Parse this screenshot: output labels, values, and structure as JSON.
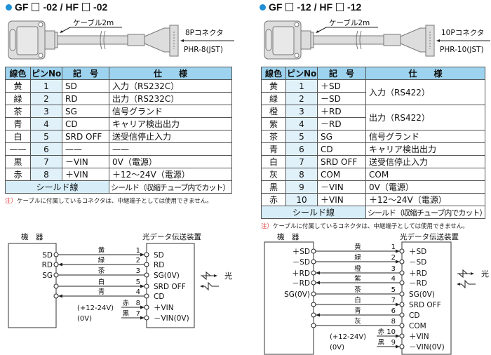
{
  "sections": [
    {
      "title_prefix": "GF",
      "title_mid": "-02 / HF",
      "title_suffix": "-02",
      "cable_label": "ケーブル2m",
      "connector_label": "8Pコネクタ",
      "connector_model": "PHR-8(JST)",
      "headers": [
        "線色",
        "ピンNo.",
        "記　号",
        "仕　　様"
      ],
      "rows": [
        {
          "color": "黄",
          "pin": "1",
          "sym": "SD",
          "spec": "入力（RS232C）"
        },
        {
          "color": "緑",
          "pin": "2",
          "sym": "RD",
          "spec": "出力（RS232C）"
        },
        {
          "color": "茶",
          "pin": "3",
          "sym": "SG",
          "spec": "信号グランド"
        },
        {
          "color": "青",
          "pin": "4",
          "sym": "CD",
          "spec": "キャリア検出出力"
        },
        {
          "color": "白",
          "pin": "5",
          "sym": "SRD OFF",
          "spec": "送受信停止入力"
        },
        {
          "color": "——",
          "pin": "6",
          "sym": "——",
          "spec": "——"
        },
        {
          "color": "黒",
          "pin": "7",
          "sym": "－VIN",
          "spec": "0V（電源）"
        },
        {
          "color": "赤",
          "pin": "8",
          "sym": "＋VIN",
          "spec": "＋12～24V（電源）"
        }
      ],
      "shield": {
        "label": "シールド線",
        "spec": "シールド（収縮チューブ内でカット）"
      },
      "note_mark": "注）",
      "note": "ケーブルに付属しているコネクタは、中継端子としては使用できません。",
      "diagram": {
        "left_title": "機　器",
        "right_title": "光データ伝送装置",
        "light": "光",
        "wires": [
          {
            "l": "SD",
            "color": "黄",
            "pin": "1",
            "r": "SD",
            "dir": "right"
          },
          {
            "l": "RD",
            "color": "緑",
            "pin": "2",
            "r": "RD",
            "dir": "left"
          },
          {
            "l": "SG",
            "color": "茶",
            "pin": "3",
            "r": "SG(0V)",
            "dir": "none"
          },
          {
            "l": "",
            "color": "白",
            "pin": "5",
            "r": "SRD OFF",
            "dir": "right"
          },
          {
            "l": "",
            "color": "青",
            "pin": "4",
            "r": "CD",
            "dir": "left"
          }
        ],
        "power": [
          {
            "l": "(+12-24V)",
            "color": "赤",
            "pin": "8",
            "r": "＋VIN"
          },
          {
            "l": "(0V)",
            "color": "黒",
            "pin": "7",
            "r": "－VIN(0V)"
          }
        ]
      }
    },
    {
      "title_prefix": "GF",
      "title_mid": "-12 / HF",
      "title_suffix": "-12",
      "cable_label": "ケーブル2m",
      "connector_label": "10Pコネクタ",
      "connector_model": "PHR-10(JST)",
      "headers": [
        "線色",
        "ピンNo.",
        "記　号",
        "仕　　様"
      ],
      "rows": [
        {
          "color": "黄",
          "pin": "1",
          "sym": "＋SD",
          "spec": "入力（RS422）",
          "span": 2
        },
        {
          "color": "緑",
          "pin": "2",
          "sym": "－SD",
          "spec": null
        },
        {
          "color": "橙",
          "pin": "3",
          "sym": "＋RD",
          "spec": "出力（RS422）",
          "span": 2
        },
        {
          "color": "紫",
          "pin": "4",
          "sym": "－RD",
          "spec": null
        },
        {
          "color": "茶",
          "pin": "5",
          "sym": "SG",
          "spec": "信号グランド"
        },
        {
          "color": "青",
          "pin": "6",
          "sym": "CD",
          "spec": "キャリア検出出力"
        },
        {
          "color": "白",
          "pin": "7",
          "sym": "SRD OFF",
          "spec": "送受信停止入力"
        },
        {
          "color": "灰",
          "pin": "8",
          "sym": "COM",
          "spec": "COM"
        },
        {
          "color": "黒",
          "pin": "9",
          "sym": "－VIN",
          "spec": "0V（電源）"
        },
        {
          "color": "赤",
          "pin": "10",
          "sym": "＋VIN",
          "spec": "＋12～24V（電源）"
        }
      ],
      "shield": {
        "label": "シールド線",
        "spec": "シールド（収縮チューブ内でカット）"
      },
      "note_mark": "注）",
      "note": "ケーブルに付属しているコネクタは、中継端子としては使用できません。",
      "diagram": {
        "left_title": "機　器",
        "right_title": "光データ伝送装置",
        "light": "光",
        "wires": [
          {
            "l": "＋SD",
            "color": "黄",
            "pin": "1",
            "r": "＋SD",
            "dir": "right"
          },
          {
            "l": "－SD",
            "color": "緑",
            "pin": "2",
            "r": "－SD",
            "dir": "right"
          },
          {
            "l": "＋RD",
            "color": "橙",
            "pin": "3",
            "r": "＋RD",
            "dir": "left"
          },
          {
            "l": "－RD",
            "color": "紫",
            "pin": "4",
            "r": "－RD",
            "dir": "left"
          },
          {
            "l": "SG(0V)",
            "color": "茶",
            "pin": "5",
            "r": "SG(0V)",
            "dir": "none"
          },
          {
            "l": "",
            "color": "白",
            "pin": "7",
            "r": "SRD OFF",
            "dir": "right"
          },
          {
            "l": "",
            "color": "青",
            "pin": "6",
            "r": "CD",
            "dir": "left"
          },
          {
            "l": "",
            "color": "灰",
            "pin": "8",
            "r": "COM",
            "dir": "none"
          }
        ],
        "power": [
          {
            "l": "(+12-24V)",
            "color": "赤",
            "pin": "10",
            "r": "＋VIN"
          },
          {
            "l": "(0V)",
            "color": "黒",
            "pin": "9",
            "r": "－VIN(0V)"
          }
        ]
      }
    }
  ],
  "colors": {
    "accent": "#1e90d6",
    "header": "#9dd3ee",
    "pin_bg": "#e1f1fa",
    "note": "#e23a3a"
  }
}
